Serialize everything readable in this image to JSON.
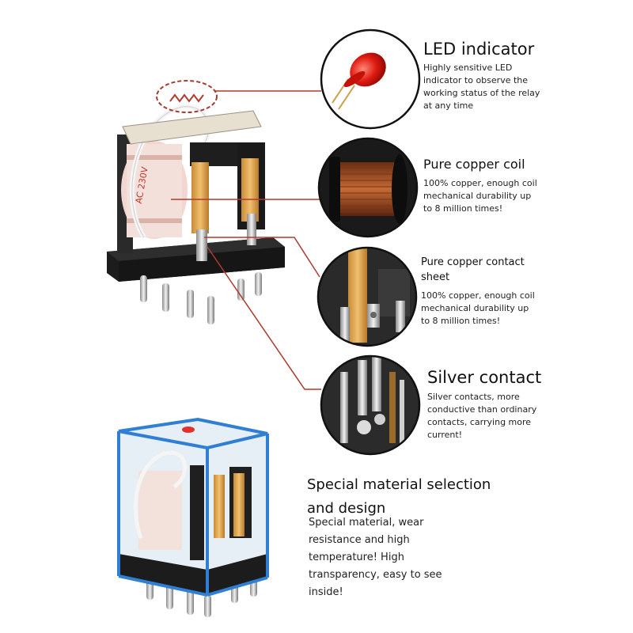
{
  "features": [
    {
      "title": "LED indicator",
      "description": "Highly sensitive LED indicator to observe the working status of the relay at any time",
      "icon": "led-icon"
    },
    {
      "title": "Pure copper coil",
      "description": "100% copper, enough coil mechanical durability up to 8 million times!",
      "icon": "copper-coil-icon"
    },
    {
      "title": "Pure copper contact sheet",
      "description": "100% copper, enough coil mechanical durability up to 8 million times!",
      "icon": "contact-sheet-icon"
    },
    {
      "title": "Silver contact",
      "description": "Silver contacts, more conductive than ordinary contacts, carrying more current!",
      "icon": "silver-contact-icon"
    }
  ],
  "special": {
    "title": "Special material selection and design",
    "description": "Special material, wear resistance and high temperature! High transparency, easy to see inside!"
  },
  "colors": {
    "callout_line": "#b03a2e",
    "relay_base": "#1c1c1c",
    "copper": "#b5652e",
    "brass": "#d8a14a",
    "case_blue": "#2f7fd4"
  }
}
